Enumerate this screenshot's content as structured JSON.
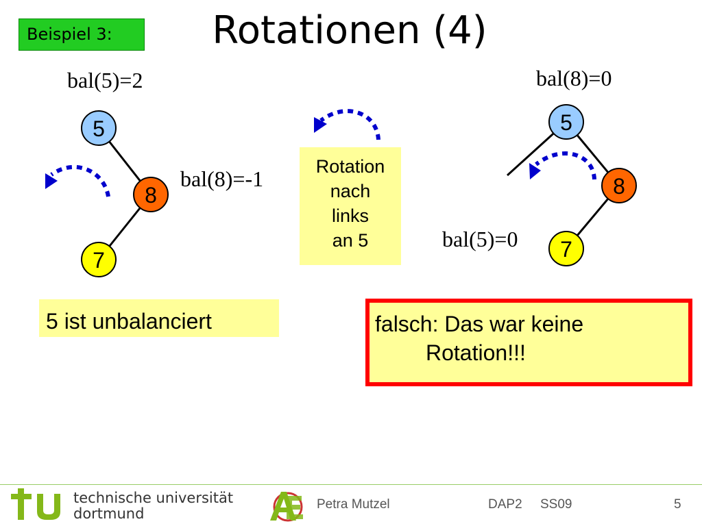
{
  "slide": {
    "badge": "Beispiel 3:",
    "title": "Rotationen (4)"
  },
  "left_tree": {
    "bal_root": "bal(5)=2",
    "bal_child": "bal(8)=-1",
    "nodes": [
      "5",
      "8",
      "7"
    ]
  },
  "right_tree": {
    "bal_root": "bal(8)=0",
    "bal_child": "bal(5)=0",
    "nodes": [
      "5",
      "8",
      "7"
    ]
  },
  "rotation_box": {
    "lines": [
      "Rotation",
      "nach",
      "links",
      "an 5"
    ]
  },
  "notes": {
    "unbalanced": "5 ist unbalanciert",
    "wrong_line1": "falsch: Das war keine",
    "wrong_line2": "Rotation!!!"
  },
  "footer": {
    "university_line1": "technische universität",
    "university_line2": "dortmund",
    "author": "Petra Mutzel",
    "course": "DAP2",
    "term": "SS09",
    "page": "5"
  },
  "colors": {
    "node_5": "#99ccff",
    "node_8": "#ff6600",
    "node_7": "#ffff00",
    "arrow": "#0000cc",
    "badge": "#22cc22",
    "note_bg": "#ffff99",
    "error_border": "#ff0000",
    "tu_green": "#84b819"
  }
}
